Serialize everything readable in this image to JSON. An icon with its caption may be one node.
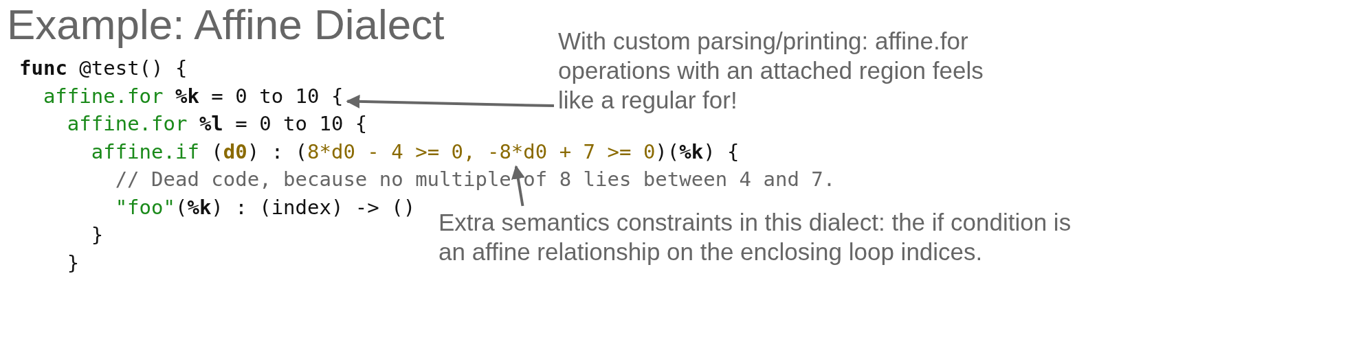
{
  "diagram": {
    "title": "Example: Affine Dialect",
    "nodes": [
      {
        "text": [
          "With custom parsing/printing: affine.for operations with an attached region feels like a regular for!"
        ]
      },
      {
        "text": [
          "= 0 to 10 {"
        ]
      },
      {
        "text": [
          "8*d0 - 4 >= 0, -8*d0 + 7 >= 0"
        ]
      },
      {
        "text": [
          "Extra semantics constraints in this dialect: the if condition is an affine relationship on the enclosing loop indices."
        ]
      }
    ],
    "edges": [
      {
        "from": 0,
        "to": 1,
        "arrow": "to"
      },
      {
        "from": 3,
        "to": 2,
        "arrow": "to"
      }
    ],
    "labels": [
      "func",
      "@test() {",
      "affine.for",
      "%k",
      "affine.for",
      "%l",
      "= 0 to 10 {",
      "affine.if",
      "(",
      "d0",
      ") : (",
      ")(",
      "%k",
      ") {",
      "// Dead code, because no multiple of 8 lies between 4 and 7.",
      "\"foo\"",
      "(",
      "%k",
      ") : (index) -> ()",
      "}",
      "}"
    ]
  }
}
